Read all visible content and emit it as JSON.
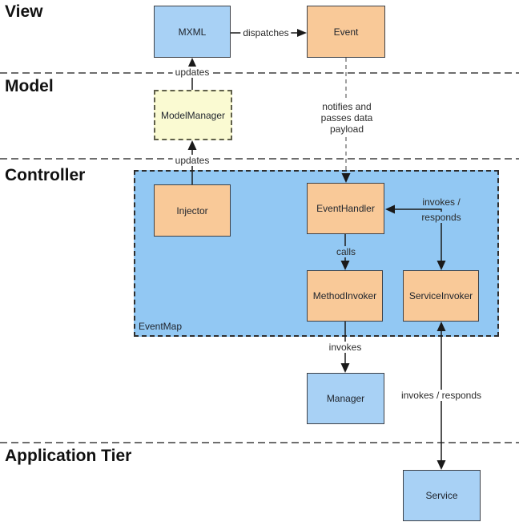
{
  "sections": {
    "view": "View",
    "model": "Model",
    "controller": "Controller",
    "application_tier": "Application Tier"
  },
  "nodes": {
    "mxml": "MXML",
    "event": "Event",
    "model_manager": "ModelManager",
    "injector": "Injector",
    "event_handler": "EventHandler",
    "method_invoker": "MethodInvoker",
    "service_invoker": "ServiceInvoker",
    "manager": "Manager",
    "service": "Service",
    "event_map": "EventMap"
  },
  "edges": {
    "dispatches": "dispatches",
    "updates_view": "updates",
    "updates_model": "updates",
    "notifies_lines": [
      "notifies and",
      "passes data",
      "payload"
    ],
    "invokes_responds_lines": [
      "invokes /",
      "responds"
    ],
    "calls": "calls",
    "invokes": "invokes",
    "invokes_responds": "invokes / responds"
  },
  "colors": {
    "blue_node_fill": "#a8d1f5",
    "orange_node_fill": "#f9c998",
    "yellow_node_fill": "#fafad2",
    "yellow_node_border": "#5f5f4a",
    "eventmap_fill": "#92c8f3",
    "eventmap_border": "#2e2e2e",
    "node_border": "#3d4148",
    "line_color": "#1a1a1a",
    "text_color": "#21262e"
  }
}
